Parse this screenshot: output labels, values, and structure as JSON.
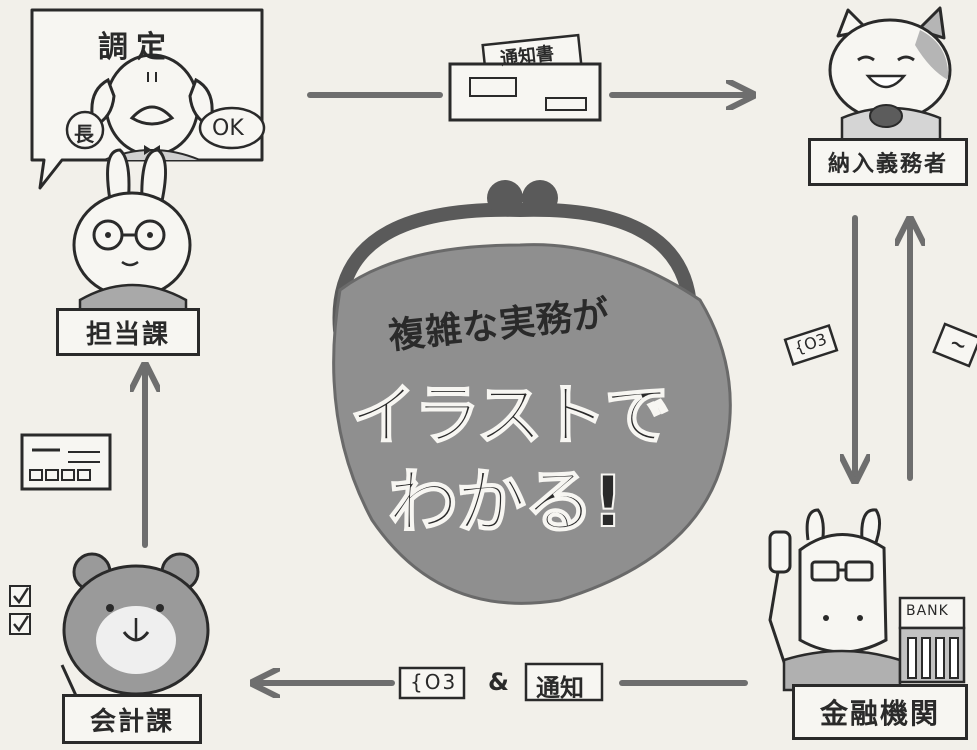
{
  "roles": {
    "assessment_label": "調定",
    "section_chief_badge": "長",
    "ok_badge": "OK",
    "department_in_charge": "担当課",
    "taxpayer": "納入義務者",
    "financial_institution": "金融機関",
    "bank_sign": "BANK",
    "accounting_section": "会計課"
  },
  "documents": {
    "notice_tag": "通知書",
    "payment_tag": "{O3",
    "bottom_payment_tag": "{O3",
    "bottom_connector": "&",
    "bottom_notice_tag": "通知",
    "receipt_tag": "~"
  },
  "center_title": {
    "line1": "複雑な実務が",
    "line2": "イラストで",
    "line3": "わかる!"
  },
  "colors": {
    "ink": "#2a2a2a",
    "arrow": "#6e6e6e",
    "purse_body": "#8f8f8f",
    "purse_frame": "#5a5a5a",
    "box_fill": "#f7f6f2",
    "background": "#f2f0ea"
  }
}
